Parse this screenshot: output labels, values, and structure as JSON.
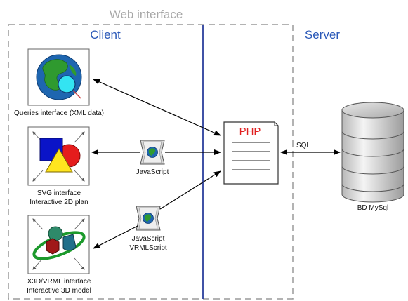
{
  "title": "Web interface",
  "regions": {
    "client": "Client",
    "server": "Server"
  },
  "components": {
    "queries": {
      "icon": "globe-search-icon",
      "label": "Queries interface (XML data)"
    },
    "svg": {
      "icon": "shapes-2d-icon",
      "label_line1": "SVG interface",
      "label_line2": "Interactive 2D plan"
    },
    "x3d": {
      "icon": "shapes-3d-icon",
      "label_line1": "X3D/VRML interface",
      "label_line2": "Interactive 3D model"
    },
    "js1": {
      "icon": "script-globe-icon",
      "label": "JavaScript"
    },
    "js2": {
      "icon": "script-globe-icon",
      "label_line1": "JavaScript",
      "label_line2": "VRMLScript"
    },
    "php": {
      "icon": "document-icon",
      "label": "PHP"
    },
    "sql": {
      "label": "SQL"
    },
    "database": {
      "icon": "database-icon",
      "label": "BD MySql"
    }
  },
  "colors": {
    "client_label": "#2a58b8",
    "divider": "#2b3f9c",
    "php_text": "#e02020",
    "dashed_border": "#9a9a9a"
  }
}
